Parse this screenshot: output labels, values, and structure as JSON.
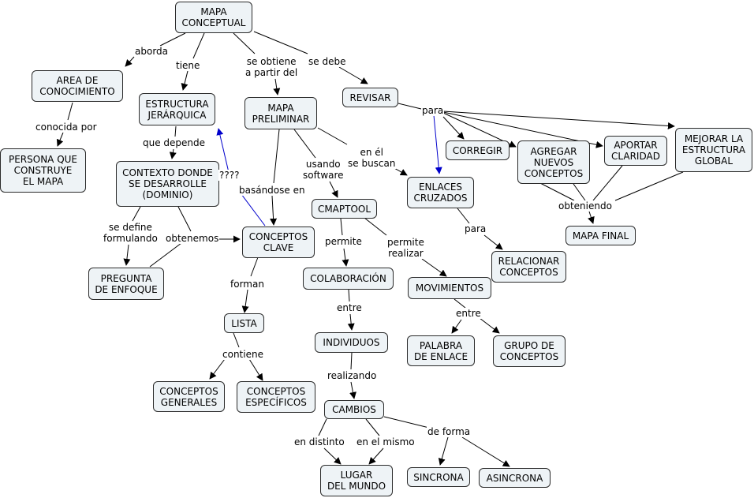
{
  "colors": {
    "node_fill": "#eef3f6",
    "node_border": "#2b2b2b",
    "link": "#000000",
    "cross_link": "#0000cc"
  },
  "nodes": {
    "mapa_conceptual": "MAPA\nCONCEPTUAL",
    "area": "AREA DE\nCONOCIMIENTO",
    "persona": "PERSONA QUE\nCONSTRUYE\nEL MAPA",
    "estructura": "ESTRUCTURA\nJERÁRQUICA",
    "contexto": "CONTEXTO DONDE\nSE DESARROLLE\n(DOMINIO)",
    "pregunta": "PREGUNTA\nDE ENFOQUE",
    "mapa_preliminar": "MAPA\nPRELIMINAR",
    "conceptos_clave": "CONCEPTOS\nCLAVE",
    "lista": "LISTA",
    "generales": "CONCEPTOS\nGENERALES",
    "especificos": "CONCEPTOS\nESPECÍFICOS",
    "cmaptool": "CMAPTOOL",
    "colaboracion": "COLABORACIÓN",
    "individuos": "INDIVIDUOS",
    "cambios": "CAMBIOS",
    "lugar": "LUGAR\nDEL MUNDO",
    "sincrona": "SINCRONA",
    "asincrona": "ASINCRONA",
    "movimientos": "MOVIMIENTOS",
    "palabra": "PALABRA\nDE ENLACE",
    "grupo": "GRUPO DE\nCONCEPTOS",
    "enlaces": "ENLACES\nCRUZADOS",
    "relacionar": "RELACIONAR\nCONCEPTOS",
    "revisar": "REVISAR",
    "corregir": "CORREGIR",
    "agregar": "AGREGAR\nNUEVOS\nCONCEPTOS",
    "aportar": "APORTAR\nCLARIDAD",
    "mejorar": "MEJORAR LA\nESTRUCTURA\nGLOBAL",
    "mapa_final": "MAPA FINAL"
  },
  "links": {
    "aborda": "aborda",
    "tiene": "tiene",
    "se_obtiene": "se obtiene\na partir del",
    "se_debe": "se debe",
    "conocida_por": "conocida por",
    "que_depende": "que depende",
    "se_define": "se define\nformulando",
    "obtenemos": "obtenemos",
    "question": "????",
    "basandose": "basándose en",
    "usando": "usando\nsoftware",
    "en_el": "en él\nse buscan",
    "forman": "forman",
    "contiene": "contiene",
    "permite": "permite",
    "permite_realizar": "permite\nrealizar",
    "entre_1": "entre",
    "entre_2": "entre",
    "realizando": "realizando",
    "en_distinto": "en distinto",
    "en_el_mismo": "en el mismo",
    "de_forma": "de forma",
    "para_1": "para",
    "para_2": "para",
    "obteniendo": "obteniendo"
  }
}
